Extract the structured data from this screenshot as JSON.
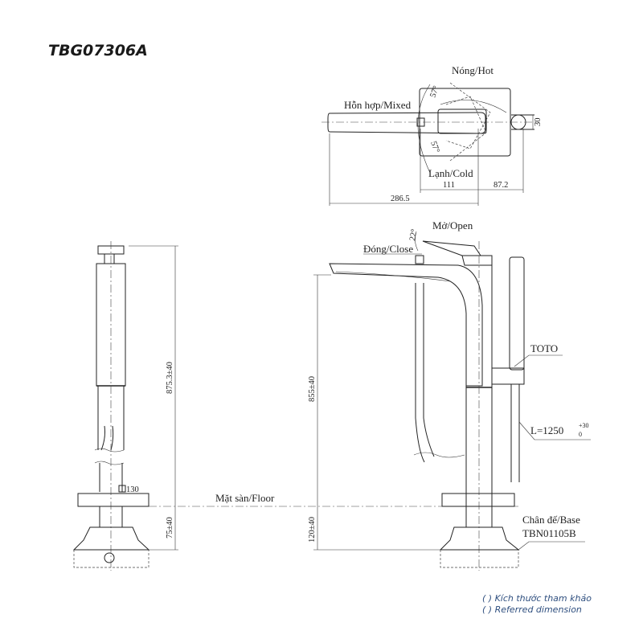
{
  "title": "TBG07306A",
  "top_view": {
    "hot": "Nóng/Hot",
    "mixed": "Hỗn hợp/Mixed",
    "cold": "Lạnh/Cold",
    "angle_hot": "57°",
    "angle_cold": "57°",
    "dim_111": "111",
    "dim_87_2": "87.2",
    "dim_286_5": "286.5",
    "dim_30": "30"
  },
  "side_view": {
    "height": "875.3±40",
    "square": "130",
    "below_floor": "75±40"
  },
  "floor_label": "Mặt sàn/Floor",
  "front_view": {
    "open": "Mở/Open",
    "close": "Đóng/Close",
    "angle": "22°",
    "brand": "TOTO",
    "height": "855±40",
    "below_floor": "120±40",
    "hose_prefix": "L=1250",
    "hose_tol_plus": "+30",
    "hose_tol_minus": "0",
    "base_label": "Chân đế/Base",
    "base_model": "TBN01105B"
  },
  "notes": [
    "( ) Kích thước tham khảo",
    "( ) Referred dimension"
  ]
}
